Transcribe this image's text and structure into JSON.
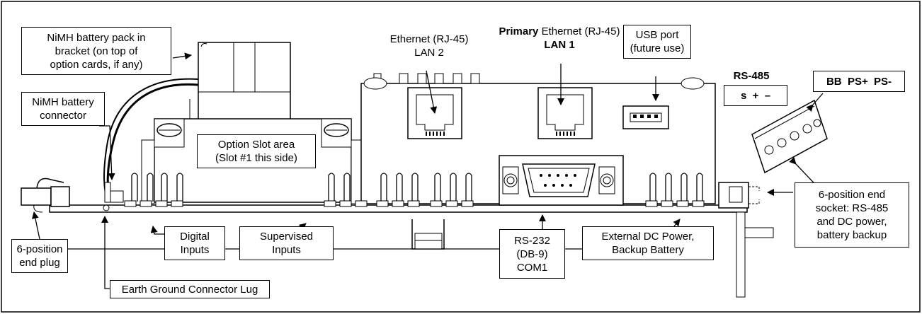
{
  "callouts": {
    "battery_pack": [
      "NiMH battery pack in",
      "bracket (on top of",
      "option cards, if any)"
    ],
    "battery_connector": [
      "NiMH battery",
      "connector"
    ],
    "option_slot": [
      "Option Slot area",
      "(Slot #1 this side)"
    ],
    "ethernet_lan2": [
      "Ethernet (RJ-45)",
      "LAN 2"
    ],
    "primary_ethernet": {
      "bold_word": "Primary",
      "rest": " Ethernet (RJ-45)",
      "line2": "LAN 1"
    },
    "usb_port": [
      "USB port",
      "(future use)"
    ],
    "rs485_title": "RS-485",
    "rs485_pins": "s  +  –",
    "power_pins": "BB  PS+  PS-",
    "end_socket": [
      "6-position end",
      "socket: RS-485",
      "and DC power,",
      "battery backup"
    ],
    "end_plug": [
      "6-position",
      "end plug"
    ],
    "digital_inputs": [
      "Digital",
      "Inputs"
    ],
    "supervised_inputs": [
      "Supervised",
      "Inputs"
    ],
    "rs232": [
      "RS-232",
      "(DB-9)",
      "COM1"
    ],
    "external_power": [
      "External DC Power,",
      "Backup Battery"
    ],
    "earth_ground": "Earth Ground Connector Lug"
  }
}
